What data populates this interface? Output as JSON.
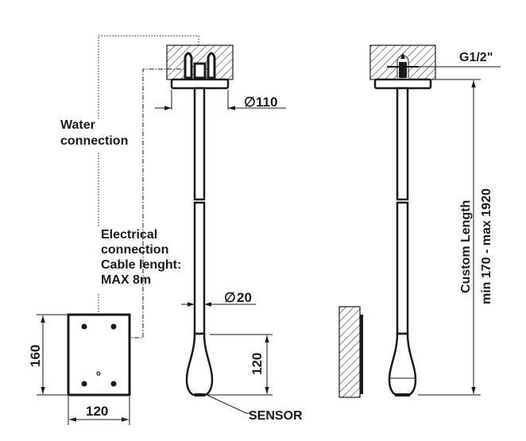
{
  "diagram": {
    "type": "technical-drawing",
    "subject": "ceiling-mounted pendant spout with electronic sensor",
    "views": [
      "front-view",
      "side-view"
    ],
    "units": "mm"
  },
  "labels": {
    "water_connection": [
      "Water",
      "connection"
    ],
    "electrical_connection": [
      "Electrical",
      "connection",
      "Cable lenght:",
      "MAX 8m"
    ],
    "sensor": "SENSOR",
    "thread": "G1/2\"",
    "custom_length": "Custom Length",
    "custom_length_range": "min 170 - max 1920"
  },
  "dimensions": {
    "flange_diameter": "110",
    "pipe_diameter": "20",
    "box_height": "160",
    "box_width": "120",
    "spout_height": "120",
    "diameter_symbol": "∅"
  },
  "colors": {
    "ink": "#1a1a1a",
    "background": "#ffffff"
  }
}
